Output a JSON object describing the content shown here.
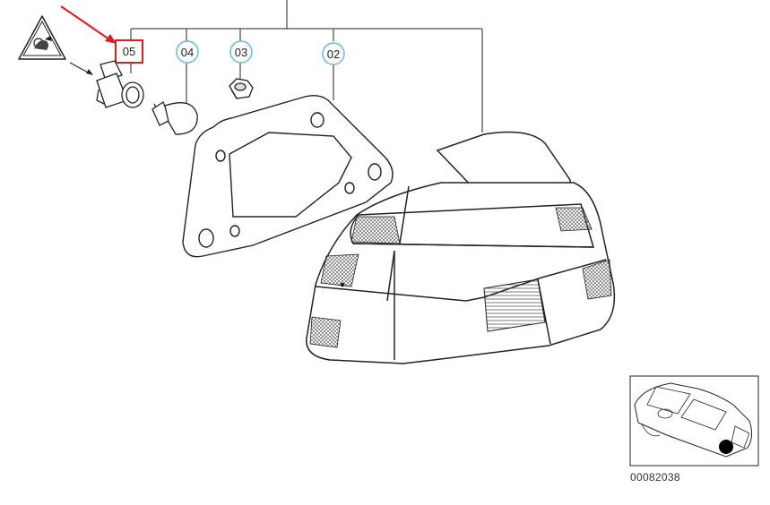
{
  "callouts": [
    {
      "id": "05",
      "label": "05",
      "highlighted": true
    },
    {
      "id": "04",
      "label": "04",
      "highlighted": false
    },
    {
      "id": "03",
      "label": "03",
      "highlighted": false
    },
    {
      "id": "02",
      "label": "02",
      "highlighted": false
    }
  ],
  "reference_number": "00082038",
  "icons": {
    "warning": "warning-hand-icon",
    "locator": "car-locator-icon"
  },
  "colors": {
    "highlight": "#d62020",
    "callout_ring": "#6ab8e0",
    "line": "#222222"
  }
}
